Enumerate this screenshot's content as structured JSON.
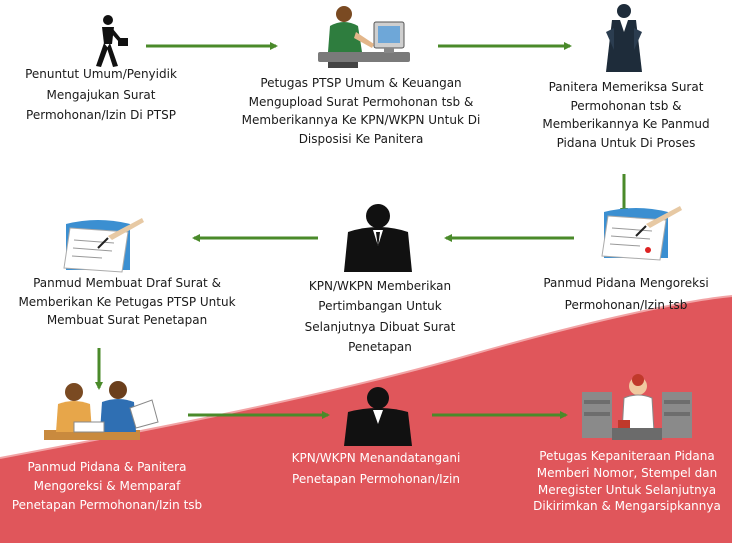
{
  "steps": {
    "s1": "Penuntut Umum/Penyidik Mengajukan  Surat Permohonan/Izin Di PTSP",
    "s2": "Petugas PTSP Umum & Keuangan Mengupload Surat Permohonan tsb & Memberikannya Ke KPN/WKPN Untuk Di Disposisi Ke Panitera",
    "s3": "Panitera Memeriksa Surat Permohonan tsb & Memberikannya Ke Panmud Pidana Untuk Di Proses",
    "s4": "Panmud Pidana Mengoreksi Permohonan/Izin tsb",
    "s5": "KPN/WKPN Memberikan Pertimbangan Untuk Selanjutnya Dibuat Surat Penetapan",
    "s6": "Panmud Membuat Draf Surat & Memberikan Ke Petugas PTSP Untuk Membuat Surat Penetapan",
    "s7": "Panmud Pidana & Panitera Mengoreksi  & Memparaf Penetapan Permohonan/Izin tsb",
    "s8": "KPN/WKPN Menandatangani Penetapan Permohonan/Izin",
    "s9": "Petugas Kepaniteraan Pidana Memberi Nomor, Stempel dan Meregister Untuk Selanjutnya Dikirimkan & Mengarsipkannya"
  },
  "colors": {
    "arrow": "#4a8a2a",
    "wave": "#e0565b"
  }
}
